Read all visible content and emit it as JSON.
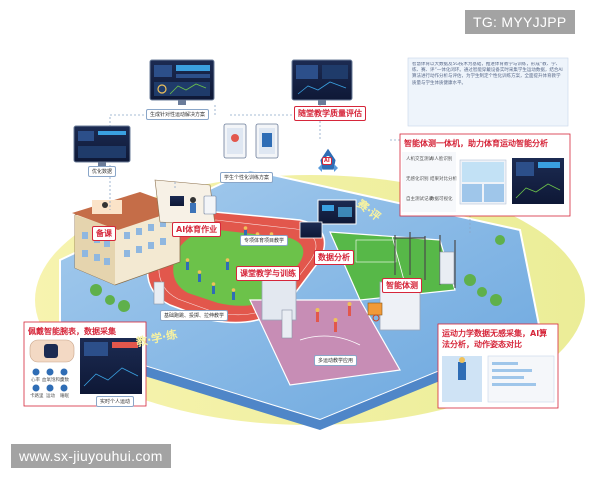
{
  "watermarks": {
    "top_right": "TG: MYYJJPP",
    "bottom_left": "www.sx-jiuyouhui.com"
  },
  "labels": {
    "generate_plan": "生成针对性运动解决方案",
    "class_quality": "随堂教学质量评估",
    "optimize_data": "优化数据",
    "personal_training": "学生个性化训练方案",
    "ai_homework": "AI体育作业",
    "special_pe": "专项体育项目教学",
    "class_teaching": "课堂教学与训练",
    "data_analysis": "数据分析",
    "smart_fitness": "智能体测",
    "basic_skills": "基础跑跳、投掷、拉伸教学",
    "multi_sport": "多运动教学应用",
    "classroom": "备课",
    "hub": "AI"
  },
  "ground_text": {
    "left": "教·学·练",
    "right": "赛·评"
  },
  "top_right_panel": {
    "paragraph": "智慧体育以大数据及5G技术为基础，推进体育教学与训练，形成“教、学、练、赛、评”一体化闭环。通过智能穿戴设备实时采集学生运动数据，结合AI算法进行动作分析与评估，为学生制定个性化训练方案，全面提升体育教学质量与学生体质健康水平。"
  },
  "right_panel": {
    "title": "智能体测一体机，助力体育运动智能分析",
    "items": [
      "人机交互测试",
      "AI人脸识别",
      "无感化识别",
      "结果对比分析",
      "自主测试记录",
      "数据可视化"
    ]
  },
  "bottom_left_panel": {
    "title": "佩戴智能腕表，数据采集",
    "icons": [
      "心率",
      "血氧饱和度",
      "步数",
      "卡路里",
      "运动",
      "睡眠"
    ],
    "footer": "实时个人运动"
  },
  "bottom_right_panel": {
    "title": "运动力学数据无感采集，AI算法分析，动作姿态对比"
  },
  "colors": {
    "accent_red": "#d6263a",
    "brand_blue": "#2f6db5",
    "ground_blue": "#9fc6ea",
    "ground_yellow": "#f3ef9a",
    "track_red": "#e2574c",
    "field_green": "#6cc24a",
    "court_purple": "#c78db5"
  },
  "icons": [
    "rocket-icon",
    "watch-icon",
    "building-icon",
    "tablet-icon",
    "monitor-icon"
  ]
}
